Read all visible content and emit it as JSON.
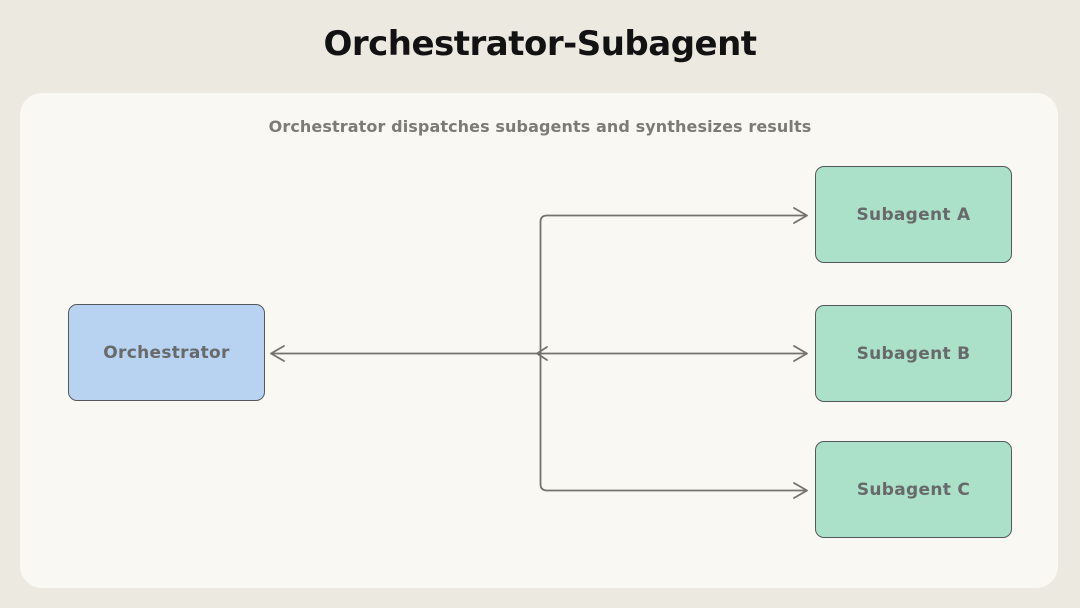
{
  "page": {
    "title": "Orchestrator-Subagent",
    "subtitle": "Orchestrator dispatches subagents and synthesizes results"
  },
  "diagram": {
    "nodes": [
      {
        "id": "orchestrator",
        "label": "Orchestrator",
        "fill": "#B8D3F1"
      },
      {
        "id": "subagent-a",
        "label": "Subagent A",
        "fill": "#ABE0C9"
      },
      {
        "id": "subagent-b",
        "label": "Subagent B",
        "fill": "#ABE0C9"
      },
      {
        "id": "subagent-c",
        "label": "Subagent C",
        "fill": "#ABE0C9"
      }
    ],
    "edges": [
      {
        "from": "orchestrator",
        "to": "subagent-a",
        "direction": "bidirectional"
      },
      {
        "from": "orchestrator",
        "to": "subagent-b",
        "direction": "bidirectional"
      },
      {
        "from": "orchestrator",
        "to": "subagent-c",
        "direction": "bidirectional"
      }
    ],
    "colors": {
      "outer_background": "#ECE9E1",
      "panel_background": "#FAF8F2",
      "orchestrator_fill": "#B8D3F1",
      "subagent_fill": "#ABE0C9",
      "node_border": "#56585B",
      "node_label": "#67696B",
      "arrow": "#73726C",
      "title_text": "#121212",
      "subtitle_text": "#7C7B76"
    }
  }
}
